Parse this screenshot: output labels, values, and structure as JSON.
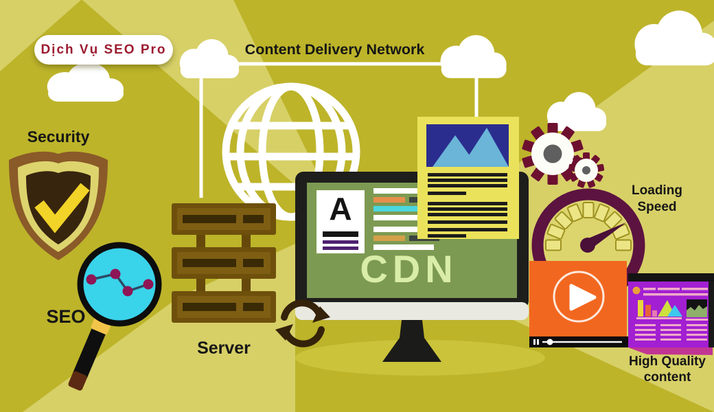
{
  "badge": {
    "label": "Dịch Vụ SEO Pro"
  },
  "header": {
    "title": "Content Delivery Network"
  },
  "labels": {
    "security": "Security",
    "seo": "SEO",
    "server": "Server",
    "doc_letter": "A",
    "cdn": "CDN",
    "loading_line1": "Loading",
    "loading_line2": "Speed",
    "quality_line1": "High Quality",
    "quality_line2": "content"
  },
  "icons": [
    "cloud-icon",
    "globe-icon",
    "shield-check-icon",
    "magnifier-chart-icon",
    "server-stack-icon",
    "monitor-icon",
    "document-text-icon",
    "image-document-icon",
    "gear-icon",
    "speedometer-icon",
    "video-player-icon",
    "play-icon",
    "pause-icon",
    "refresh-icon",
    "analytics-dashboard-icon"
  ],
  "colors": {
    "background": "#bdb42a",
    "ray_light": "#d7d067",
    "badge_text": "#9c1b30",
    "screen_green": "#7d9a52",
    "cdn_text": "#d9eda8",
    "document_yellow": "#ebe25b",
    "video_orange": "#f2671f",
    "analytics_purple": "#a21fd2",
    "gauge_maroon": "#5c1340",
    "magnifier_cyan": "#39d3ea",
    "shield_dark": "#38250e",
    "check_yellow": "#f2d327",
    "server_gold": "#6e500c"
  }
}
